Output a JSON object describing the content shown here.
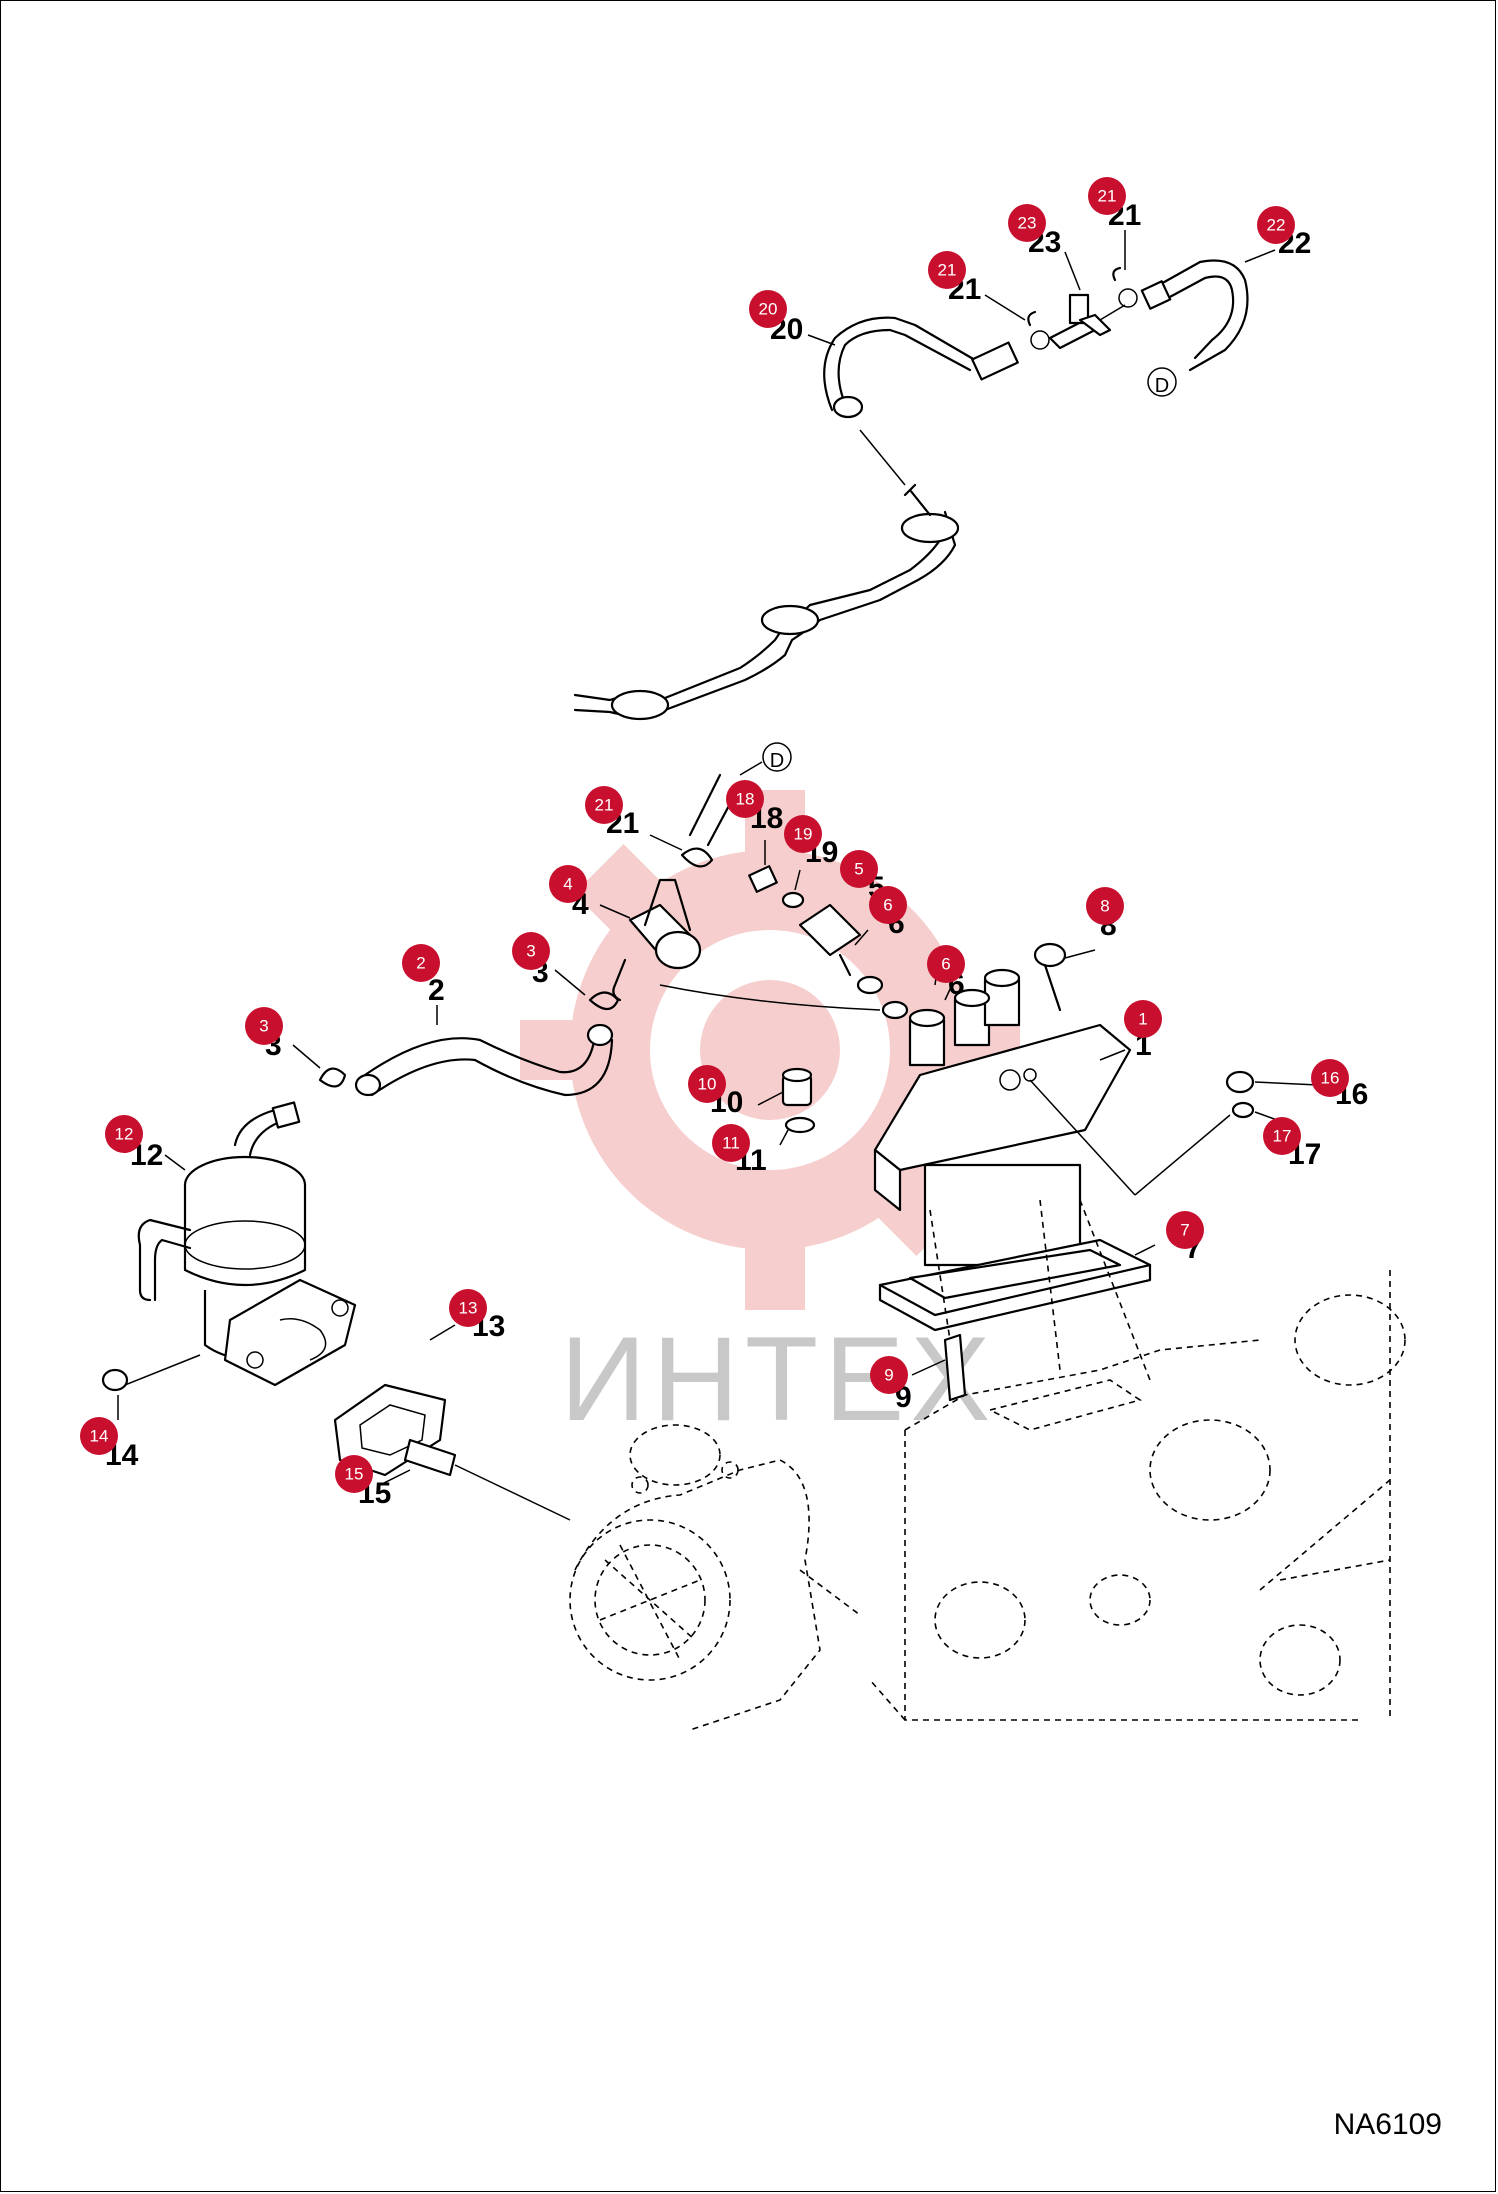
{
  "drawing_code": "NA6109",
  "watermark": "ИНТЕХ",
  "connector_label": "D",
  "colors": {
    "badge": "#c8102e",
    "watermark": "#f2b8b8",
    "line": "#000000"
  },
  "callouts": [
    {
      "id": "1",
      "label": "1"
    },
    {
      "id": "2",
      "label": "2"
    },
    {
      "id": "3a",
      "label": "3"
    },
    {
      "id": "3b",
      "label": "3"
    },
    {
      "id": "4",
      "label": "4"
    },
    {
      "id": "5",
      "label": "5"
    },
    {
      "id": "6a",
      "label": "6"
    },
    {
      "id": "6b",
      "label": "6"
    },
    {
      "id": "7",
      "label": "7"
    },
    {
      "id": "8",
      "label": "8"
    },
    {
      "id": "9",
      "label": "9"
    },
    {
      "id": "10",
      "label": "10"
    },
    {
      "id": "11",
      "label": "11"
    },
    {
      "id": "12",
      "label": "12"
    },
    {
      "id": "13",
      "label": "13"
    },
    {
      "id": "14",
      "label": "14"
    },
    {
      "id": "15",
      "label": "15"
    },
    {
      "id": "16",
      "label": "16"
    },
    {
      "id": "17",
      "label": "17"
    },
    {
      "id": "18",
      "label": "18"
    },
    {
      "id": "19",
      "label": "19"
    },
    {
      "id": "20",
      "label": "20"
    },
    {
      "id": "21a",
      "label": "21"
    },
    {
      "id": "21b",
      "label": "21"
    },
    {
      "id": "21c",
      "label": "21"
    },
    {
      "id": "22",
      "label": "22"
    },
    {
      "id": "23",
      "label": "23"
    }
  ]
}
